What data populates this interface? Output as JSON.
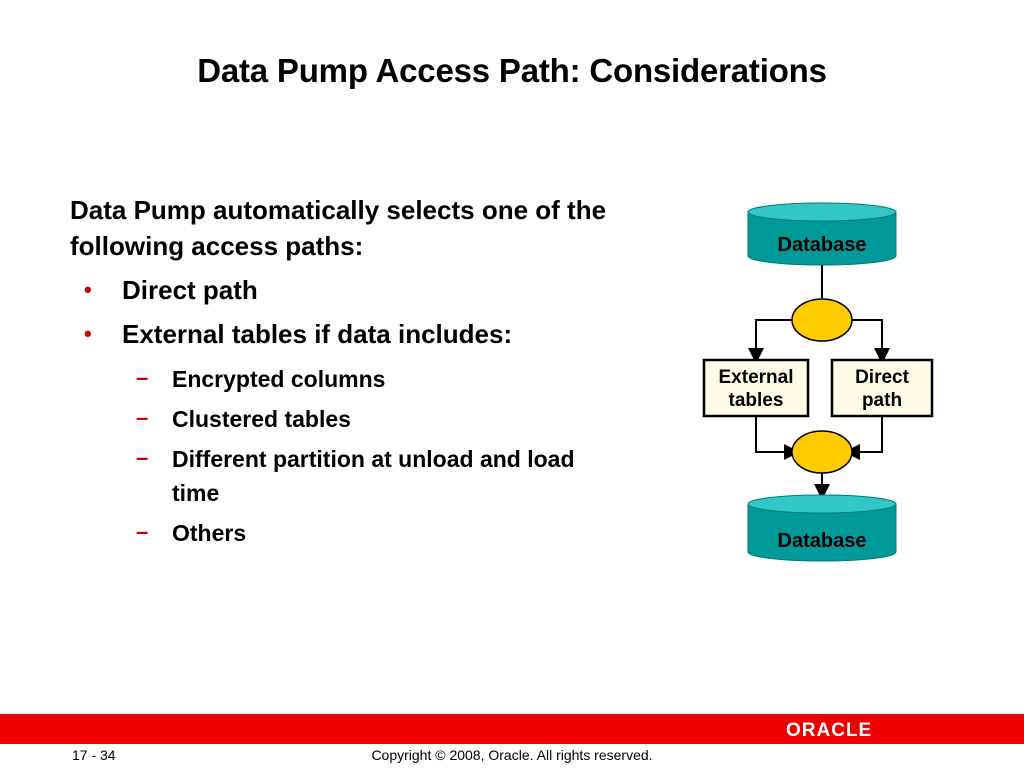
{
  "slide": {
    "title": "Data Pump Access Path: Considerations",
    "intro": "Data Pump automatically selects one of the following access paths:",
    "bullets": [
      {
        "text": "Direct path",
        "subitems": []
      },
      {
        "text": "External tables if data includes:",
        "subitems": [
          "Encrypted columns",
          "Clustered tables",
          "Different partition at unload and load time",
          "Others"
        ]
      }
    ]
  },
  "diagram": {
    "top_db_label": "Database",
    "bottom_db_label": "Database",
    "left_box": [
      "External",
      "tables"
    ],
    "right_box": [
      "Direct",
      "path"
    ],
    "colors": {
      "cylinder": "#009999",
      "cylinder_top": "#33c6c6",
      "decision": "#ffcc00",
      "box_border": "#000000"
    }
  },
  "footer": {
    "logo": "ORACLE",
    "slide_number": "17 - 34",
    "copyright": "Copyright © 2008, Oracle. All rights reserved.",
    "bar_color": "#ee0000"
  }
}
